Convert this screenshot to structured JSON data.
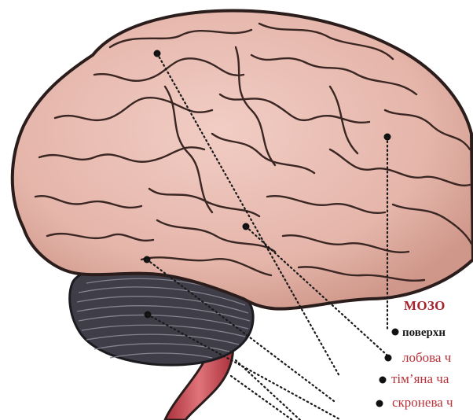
{
  "diagram": {
    "title": "МОЗО",
    "labels": [
      {
        "id": "surface",
        "text": "поверхн"
      },
      {
        "id": "frontal",
        "text": "лобова ч"
      },
      {
        "id": "parietal",
        "text": "тім’яна ча"
      },
      {
        "id": "temporal",
        "text": "скронева ч"
      }
    ],
    "colors": {
      "brain_fill": "#e8bdb3",
      "brain_outline": "#2b1d1b",
      "cerebellum": "#3d3b44",
      "brainstem": "#c9464f",
      "accent_text": "#b7323a",
      "leader_lines": "#1a1a1a"
    }
  }
}
